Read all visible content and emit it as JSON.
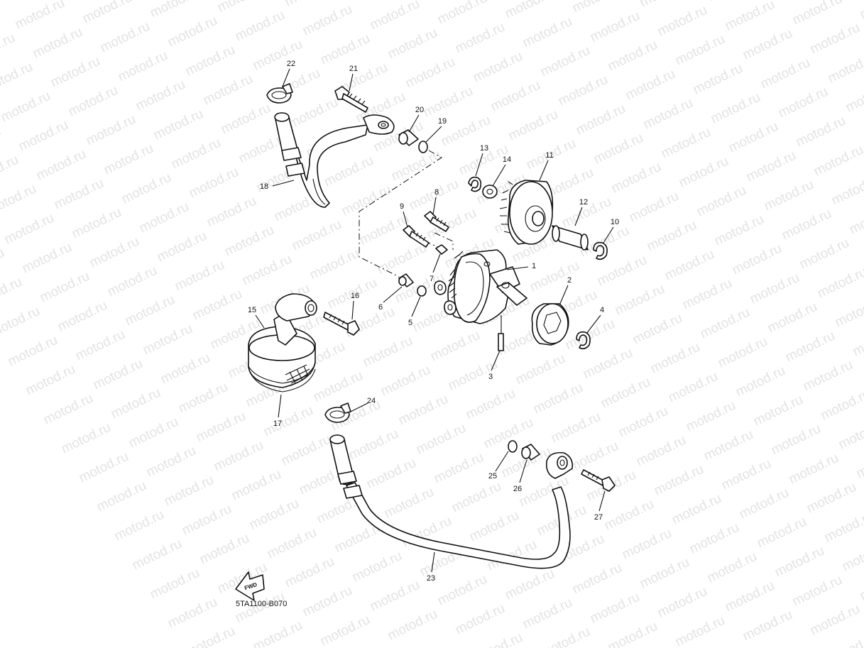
{
  "watermark": {
    "text": "motod.ru"
  },
  "diagram": {
    "code": "5TA1100-B070",
    "fwd_label": "FWD",
    "callouts": [
      {
        "id": "1",
        "label": "1"
      },
      {
        "id": "2",
        "label": "2"
      },
      {
        "id": "3",
        "label": "3"
      },
      {
        "id": "4",
        "label": "4"
      },
      {
        "id": "5",
        "label": "5"
      },
      {
        "id": "6",
        "label": "6"
      },
      {
        "id": "7",
        "label": "7"
      },
      {
        "id": "8",
        "label": "8"
      },
      {
        "id": "9",
        "label": "9"
      },
      {
        "id": "10",
        "label": "10"
      },
      {
        "id": "11",
        "label": "11"
      },
      {
        "id": "12",
        "label": "12"
      },
      {
        "id": "13",
        "label": "13"
      },
      {
        "id": "14",
        "label": "14"
      },
      {
        "id": "15",
        "label": "15"
      },
      {
        "id": "16",
        "label": "16"
      },
      {
        "id": "17",
        "label": "17"
      },
      {
        "id": "18",
        "label": "18"
      },
      {
        "id": "19",
        "label": "19"
      },
      {
        "id": "20",
        "label": "20"
      },
      {
        "id": "21",
        "label": "21"
      },
      {
        "id": "22",
        "label": "22"
      },
      {
        "id": "23",
        "label": "23"
      },
      {
        "id": "24",
        "label": "24"
      },
      {
        "id": "25",
        "label": "25"
      },
      {
        "id": "26",
        "label": "26"
      },
      {
        "id": "27",
        "label": "27"
      }
    ]
  }
}
